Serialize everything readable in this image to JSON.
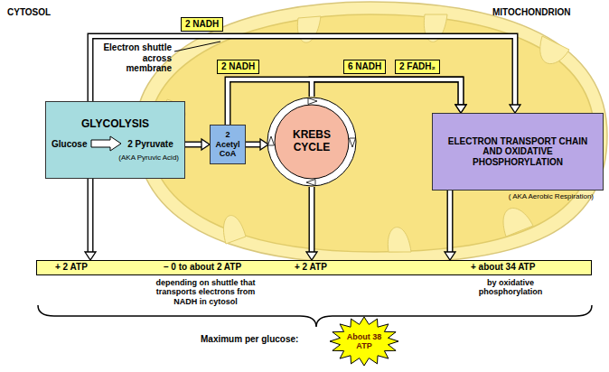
{
  "diagram": {
    "nodes": [
      {
        "text": [
          "GLYCOLYSIS",
          "Glucose",
          "2 Pyruvate",
          "(AKA Pyruvic Acid)"
        ]
      },
      {
        "text": [
          "2 Acetyl CoA"
        ]
      },
      {
        "text": [
          "KREBS CYCLE"
        ]
      },
      {
        "text": [
          "ELECTRON TRANSPORT CHAIN AND OXIDATIVE PHOSPHORYLATION",
          "( AKA Aerobic Respiration)"
        ]
      },
      {
        "text": [
          "+ 2 ATP",
          "– 0 to about 2 ATP",
          "+ 2 ATP",
          "+ about 34 ATP"
        ]
      },
      {
        "text": [
          "About 38 ATP"
        ]
      }
    ],
    "edges": [
      {
        "from": 0,
        "to": 3,
        "arrow": "to",
        "label": "2 NADH"
      },
      {
        "from": 0,
        "to": 1,
        "arrow": "to"
      },
      {
        "from": 1,
        "to": 3,
        "arrow": "to",
        "label": "2 NADH"
      },
      {
        "from": 2,
        "to": 3,
        "arrow": "to",
        "label": "6 NADH"
      },
      {
        "from": 1,
        "to": 2,
        "arrow": "to"
      },
      {
        "from": 0,
        "to": 4,
        "arrow": "to"
      },
      {
        "from": 2,
        "to": 4,
        "arrow": "to"
      },
      {
        "from": 3,
        "to": 4,
        "arrow": "to"
      }
    ],
    "labels": [
      "CYTOSOL",
      "MITOCHONDRION",
      "Electron shuttle across membrane",
      "2 FADH₂",
      "depending on shuttle that transports electrons from NADH in cytosol",
      "by oxidative phosphorylation",
      "Maximum per glucose:"
    ]
  }
}
